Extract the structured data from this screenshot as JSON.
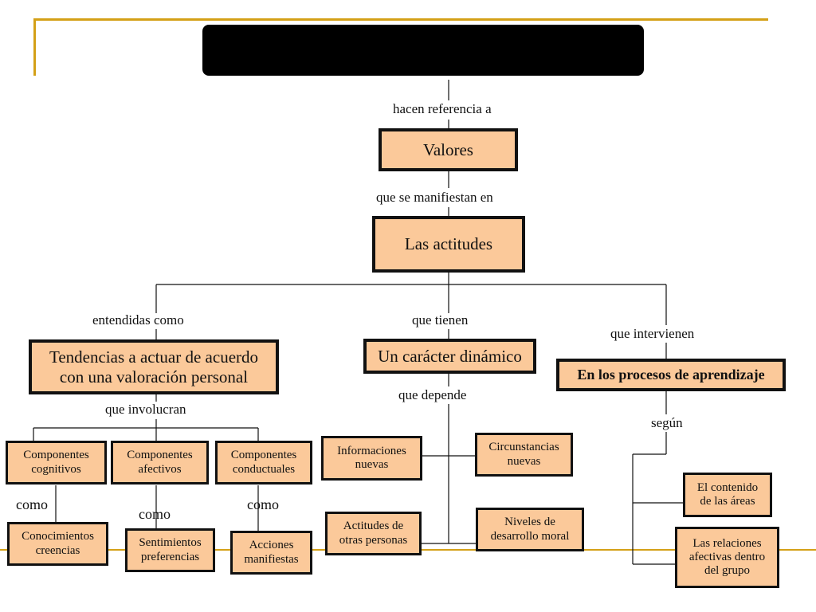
{
  "title": "",
  "links": {
    "hacen": "hacen referencia a",
    "manifiestan": "que se manifiestan en",
    "entendidas": "entendidas como",
    "tienen": "que tienen",
    "intervienen": "que intervienen",
    "involucran": "que involucran",
    "depende": "que depende",
    "segun": "según",
    "como1": "como",
    "como2": "como",
    "como3": "como"
  },
  "nodes": {
    "valores": "Valores",
    "actitudes": "Las actitudes",
    "tendencias_l1": "Tendencias a actuar de acuerdo",
    "tendencias_l2": "con una valoración personal",
    "dinamico": "Un carácter dinámico",
    "procesos": "En los procesos de aprendizaje",
    "comp_cog_l1": "Componentes",
    "comp_cog_l2": "cognitivos",
    "comp_af_l1": "Componentes",
    "comp_af_l2": "afectivos",
    "comp_con_l1": "Componentes",
    "comp_con_l2": "conductuales",
    "conoc_l1": "Conocimientos",
    "conoc_l2": "creencias",
    "sent_l1": "Sentimientos",
    "sent_l2": "preferencias",
    "acc_l1": "Acciones",
    "acc_l2": "manifiestas",
    "info_l1": "Informaciones",
    "info_l2": "nuevas",
    "circ_l1": "Circunstancias",
    "circ_l2": "nuevas",
    "actit_l1": "Actitudes de",
    "actit_l2": "otras personas",
    "nivel_l1": "Niveles de",
    "nivel_l2": "desarrollo moral",
    "contenido_l1": "El contenido",
    "contenido_l2": "de las áreas",
    "relac_l1": "Las relaciones",
    "relac_l2": "afectivas dentro",
    "relac_l3": "del grupo"
  }
}
